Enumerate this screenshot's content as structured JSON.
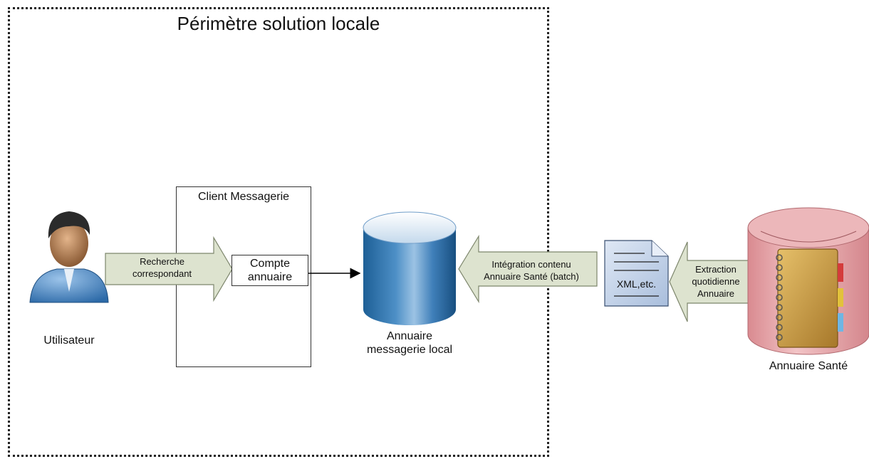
{
  "perimeter": {
    "title": "Périmètre solution locale"
  },
  "user": {
    "label": "Utilisateur"
  },
  "client": {
    "title": "Client Messagerie",
    "account": "Compte\nannuaire"
  },
  "arrows": {
    "search": "Recherche\ncorrespondant",
    "integration": "Intégration contenu\nAnnuaire Santé (batch)",
    "extraction": "Extraction\nquotidienne\nAnnuaire"
  },
  "local_directory": {
    "label": "Annuaire\nmessagerie local"
  },
  "xml_document": {
    "label": "XML,etc."
  },
  "sante_directory": {
    "label": "Annuaire Santé"
  },
  "colors": {
    "arrow_fill": "#dde3cf",
    "arrow_stroke": "#7d866c",
    "cylinder_blue": "#1f6aa5",
    "cylinder_pink": "#e7a7ab",
    "document_fill": "#cbd9ee",
    "notebook": "#c9a041"
  }
}
